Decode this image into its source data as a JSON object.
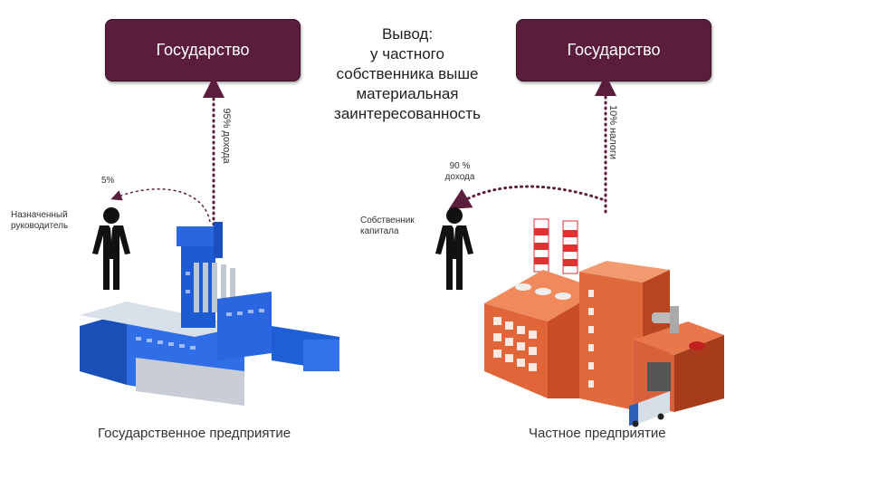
{
  "left": {
    "state_box": "Государство",
    "state_share": "95% дохода",
    "manager_share": "5%",
    "manager_label": [
      "Назначенный",
      "руководитель"
    ],
    "enterprise_caption": "Государственное предприятие"
  },
  "right": {
    "state_box": "Государство",
    "state_share": "10% налоги",
    "owner_share": [
      "90 %",
      "дохода"
    ],
    "owner_label": [
      "Собственник",
      "капитала"
    ],
    "enterprise_caption": "Частное предприятие"
  },
  "conclusion": [
    "Вывод:",
    "у частного",
    "собственника выше",
    "материальная",
    "заинтересованность"
  ],
  "colors": {
    "state_box": "#5a1e3c",
    "arrow": "#5a1e3c",
    "state_factory": "#1f5fd6",
    "private_factory": "#e0663a"
  },
  "icons": [
    "person-icon",
    "state-factory-icon",
    "private-factory-icon",
    "truck-icon"
  ]
}
